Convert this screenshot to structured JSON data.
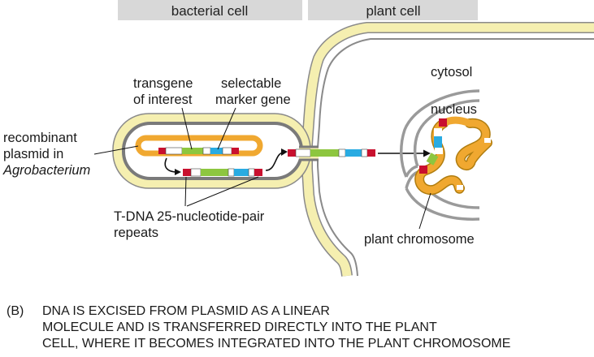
{
  "panel_headers": {
    "bacterial": "bacterial cell",
    "plant": "plant cell"
  },
  "labels": {
    "transgene_line1": "transgene",
    "transgene_line2": "of interest",
    "selectable_line1": "selectable",
    "selectable_line2": "marker gene",
    "plasmid_line1": "recombinant",
    "plasmid_line2": "plasmid in",
    "plasmid_line3": "Agrobacterium",
    "tdna_line1": "T-DNA 25-nucleotide-pair",
    "tdna_line2": "repeats",
    "cytosol": "cytosol",
    "nucleus": "nucleus",
    "plant_chromosome": "plant chromosome"
  },
  "caption": {
    "marker": "(B)",
    "line1": "DNA IS EXCISED FROM PLASMID AS A LINEAR",
    "line2": "MOLECULE AND IS TRANSFERRED DIRECTLY INTO THE PLANT",
    "line3": "CELL, WHERE IT BECOMES INTEGRATED INTO THE PLANT CHROMOSOME"
  },
  "colors": {
    "header_bg": "#d8d8d8",
    "cell_wall": "#f5efb0",
    "membrane": "#8a8a8a",
    "plasmid": "#f0a830",
    "repeat": "#c8102e",
    "transgene": "#8dc63f",
    "marker": "#29abe2"
  }
}
